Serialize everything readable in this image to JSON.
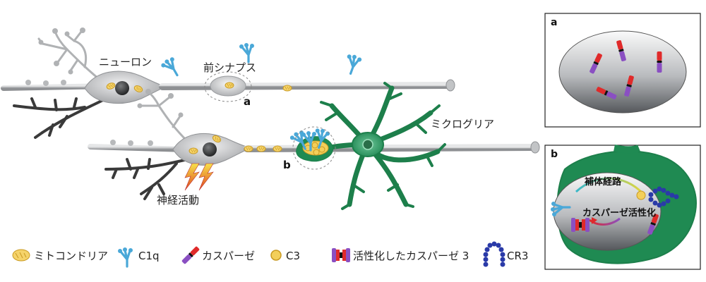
{
  "labels": {
    "neuron": "ニューロン",
    "presynapse": "前シナプス",
    "marker_a": "a",
    "marker_b": "b",
    "microglia": "ミクログリア",
    "neural_activity": "神経活動"
  },
  "panels": {
    "a": {
      "letter": "a"
    },
    "b": {
      "letter": "b",
      "complement": "補体経路",
      "caspase_activation": "カスパーゼ活性化"
    }
  },
  "legend": [
    {
      "icon": "mitochondria-icon",
      "label": "ミトコンドリア"
    },
    {
      "icon": "c1q-icon",
      "label": "C1q"
    },
    {
      "icon": "caspase-icon",
      "label": "カスパーゼ"
    },
    {
      "icon": "c3-icon",
      "label": "C3"
    },
    {
      "icon": "active-caspase-icon",
      "label": "活性化したカスパーゼ 3"
    },
    {
      "icon": "cr3-icon",
      "label": "CR3"
    }
  ],
  "colors": {
    "neuron": "#c8c9cb",
    "nucleus": "#2f3133",
    "dendrite_dark": "#3a3a3a",
    "microglia": "#1f8a52",
    "c1q": "#4aa8d8",
    "c3": "#f3cf5a",
    "caspase_red": "#e02a2a",
    "caspase_purple": "#8a4fc2",
    "cr3": "#2a3aa8"
  }
}
